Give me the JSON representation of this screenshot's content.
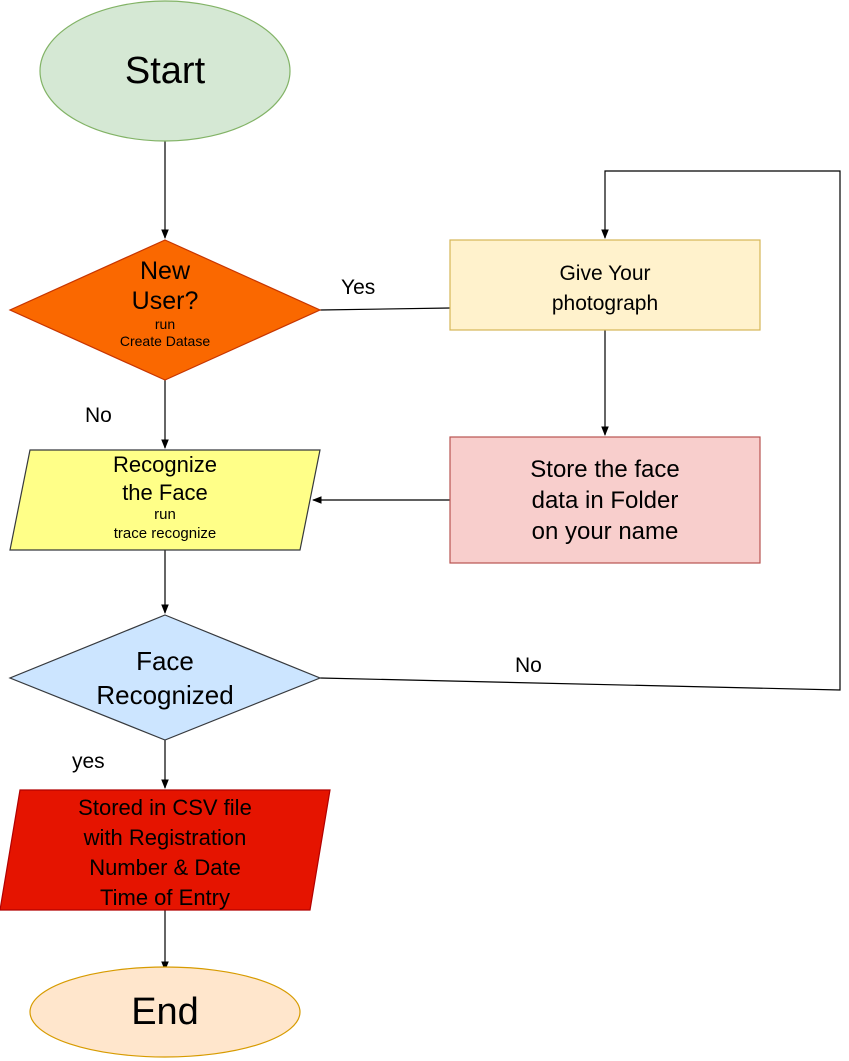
{
  "nodes": {
    "start": {
      "label": "Start"
    },
    "new_user": {
      "line1": "New",
      "line2": "User?",
      "sub1": "run",
      "sub2": "Create Datase"
    },
    "give_photo": {
      "line1": "Give Your",
      "line2": "photograph"
    },
    "store_face": {
      "line1": "Store the face",
      "line2": "data in Folder",
      "line3": "on your name"
    },
    "recognize": {
      "line1": "Recognize",
      "line2": "the Face",
      "sub1": "run",
      "sub2": "trace recognize"
    },
    "face_recognized": {
      "line1": "Face",
      "line2": "Recognized"
    },
    "stored_csv": {
      "line1": "Stored in CSV file",
      "line2": "with Registration",
      "line3": "Number & Date",
      "line4": "Time of Entry"
    },
    "end": {
      "label": "End"
    }
  },
  "edges": {
    "new_user_yes": "Yes",
    "new_user_no": "No",
    "face_no": "No",
    "face_yes": "yes"
  },
  "colors": {
    "start_fill": "#d5e8d4",
    "start_stroke": "#82b366",
    "decision1_fill": "#fa6800",
    "decision1_stroke": "#c73500",
    "give_fill": "#fff2cc",
    "give_stroke": "#d6b656",
    "store_fill": "#f8cecc",
    "store_stroke": "#b85450",
    "recognize_fill": "#ffff88",
    "recognize_stroke": "#36393d",
    "decision2_fill": "#cce5ff",
    "decision2_stroke": "#36393d",
    "csv_fill": "#e51400",
    "csv_stroke": "#b20000",
    "end_fill": "#ffe6cc",
    "end_stroke": "#d79b00",
    "line": "#000000"
  }
}
